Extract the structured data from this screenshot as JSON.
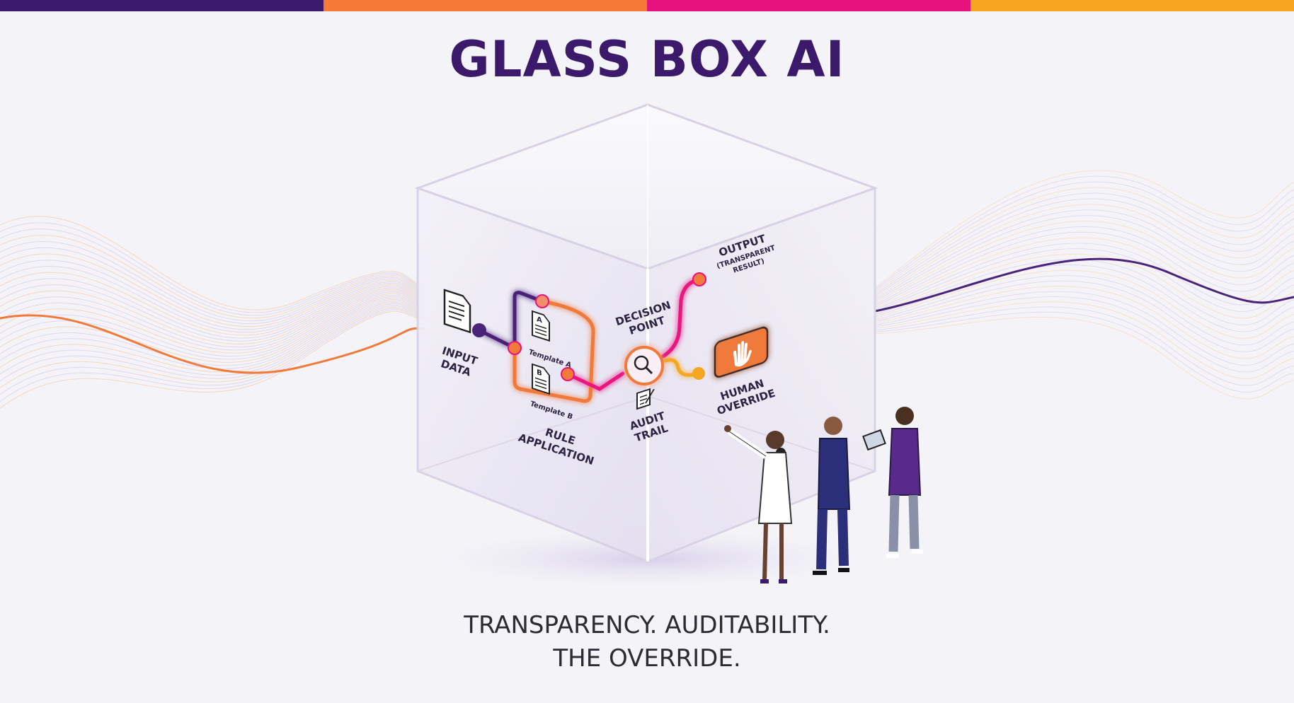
{
  "header": {
    "title": "GLASS BOX AI",
    "stripe_colors": [
      "#3b1a6b",
      "#f47a3a",
      "#e8127e",
      "#f7a520"
    ]
  },
  "diagram": {
    "input": {
      "label_line1": "INPUT",
      "label_line2": "DATA",
      "icon": "document-icon"
    },
    "rule_application": {
      "label_line1": "RULE",
      "label_line2": "APPLICATION",
      "template_a": "Template A",
      "template_a_letter": "A",
      "template_b": "Template B",
      "template_b_letter": "B"
    },
    "decision_point": {
      "label_line1": "DECISION",
      "label_line2": "POINT",
      "icon": "magnifier-icon"
    },
    "audit_trail": {
      "label_line1": "AUDIT",
      "label_line2": "TRAIL",
      "icon": "clipboard-pen-icon"
    },
    "output": {
      "label_line1": "OUTPUT",
      "label_line2": "(TRANSPARENT",
      "label_line3": "RESULT)"
    },
    "human_override": {
      "label_line1": "HUMAN",
      "label_line2": "OVERRIDE",
      "icon": "hand-icon"
    },
    "colors": {
      "purple": "#4a2478",
      "orange": "#f07a3a",
      "pink": "#e8127e",
      "amber": "#f5a623"
    }
  },
  "footer": {
    "line1": "TRANSPARENCY. AUDITABILITY.",
    "line2": "THE OVERRIDE."
  }
}
